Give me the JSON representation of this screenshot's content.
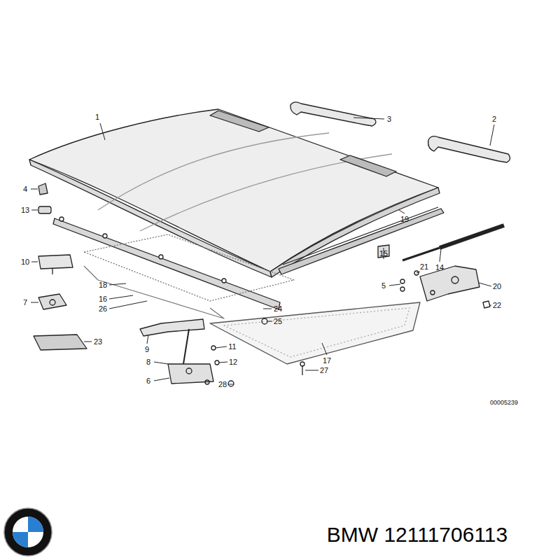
{
  "diagram": {
    "labels": [
      "1",
      "3",
      "2",
      "4",
      "13",
      "19",
      "10",
      "15",
      "21",
      "14",
      "5",
      "20",
      "18",
      "16",
      "7",
      "26",
      "24",
      "22",
      "25",
      "9",
      "23",
      "11",
      "8",
      "12",
      "17",
      "27",
      "6",
      "28",
      "00005239",
      "BMW 12111706113"
    ]
  }
}
